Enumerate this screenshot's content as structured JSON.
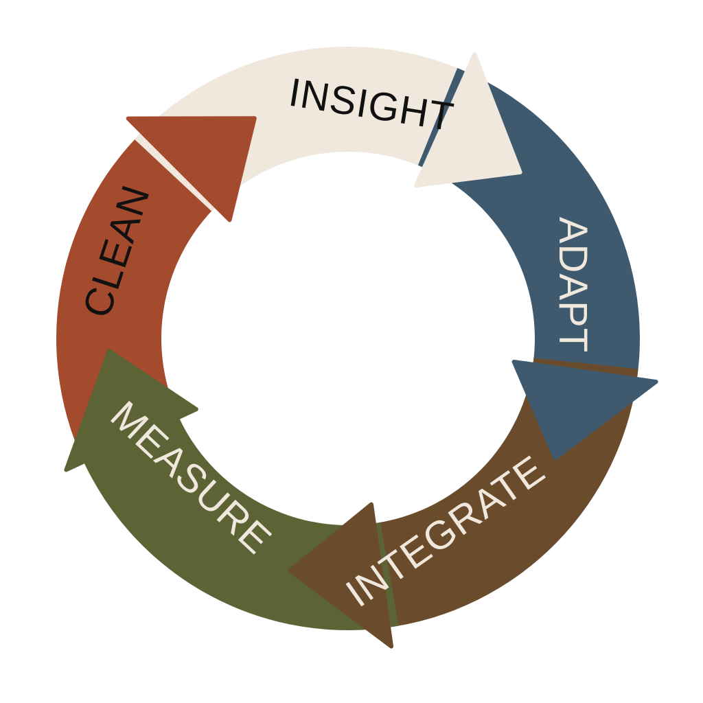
{
  "diagram": {
    "type": "cycle",
    "steps": [
      {
        "label": "CLEAN",
        "color": "#A44B2E",
        "text_color": "#111111"
      },
      {
        "label": "INSIGHT",
        "color": "#F0E8DD",
        "text_color": "#111111"
      },
      {
        "label": "ADAPT",
        "color": "#3F5A6E",
        "text_color": "#F0E8DD"
      },
      {
        "label": "INTEGRATE",
        "color": "#6A4B2B",
        "text_color": "#F0E8DD"
      },
      {
        "label": "MEASURE",
        "color": "#5C6436",
        "text_color": "#F0E8DD"
      }
    ]
  }
}
